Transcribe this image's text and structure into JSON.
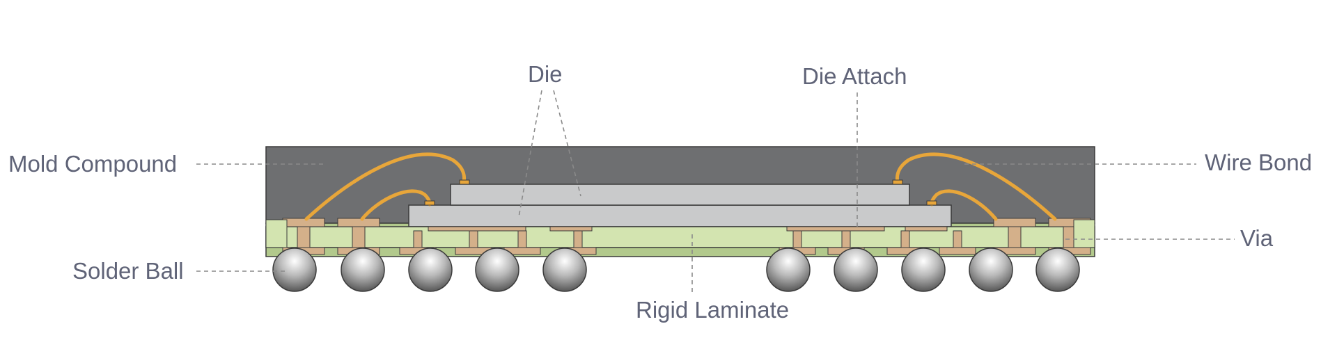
{
  "labels": {
    "mold_compound": "Mold Compound",
    "die": "Die",
    "die_attach": "Die Attach",
    "wire_bond": "Wire Bond",
    "via": "Via",
    "solder_ball": "Solder Ball",
    "rigid_laminate": "Rigid Laminate"
  },
  "colors": {
    "mold": "#6e6f71",
    "die": "#c9cacb",
    "laminate": "#d3e4b0",
    "copper": "#d4b08a",
    "wire": "#e8a63a",
    "outline": "#3a3a3a",
    "label_text": "#5f6377",
    "leader": "#8a8a8a"
  }
}
